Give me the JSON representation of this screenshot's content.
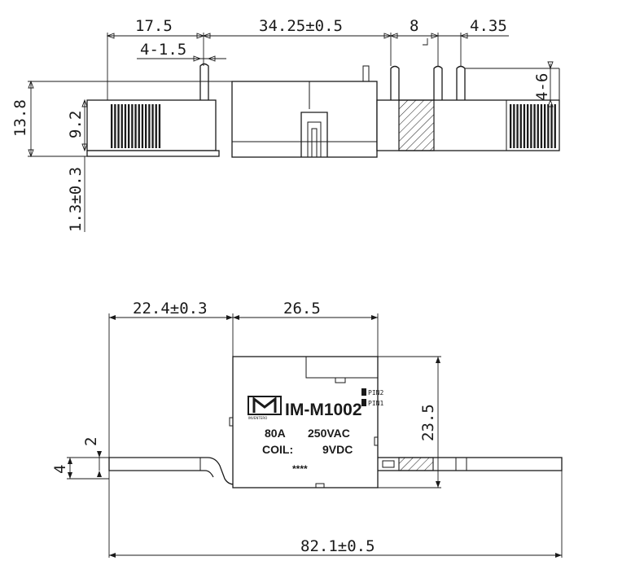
{
  "side_view": {
    "dims": {
      "lead_offset": "17.5",
      "body_to_term": "34.25±0.5",
      "term_gap": "8",
      "term_width": "4.35",
      "pin_width": "4-1.5",
      "overall_height": "13.8",
      "body_height": "9.2",
      "terminal_thickness": "1.3±0.3",
      "tab_height": "4-6"
    }
  },
  "top_view": {
    "dims": {
      "lead_offset": "22.4±0.3",
      "body_length": "26.5",
      "body_width": "23.5",
      "tab_width": "4",
      "lead_inset": "2",
      "overall_length": "82.1±0.5"
    },
    "label": {
      "model": "IM-M1002",
      "current": "80A",
      "voltage": "250VAC",
      "coil_label": "COIL:",
      "coil_value": "9VDC",
      "code": "****",
      "brand_text": "INVENTERO",
      "pin1": "PIN1",
      "pin2": "PIN2"
    }
  }
}
